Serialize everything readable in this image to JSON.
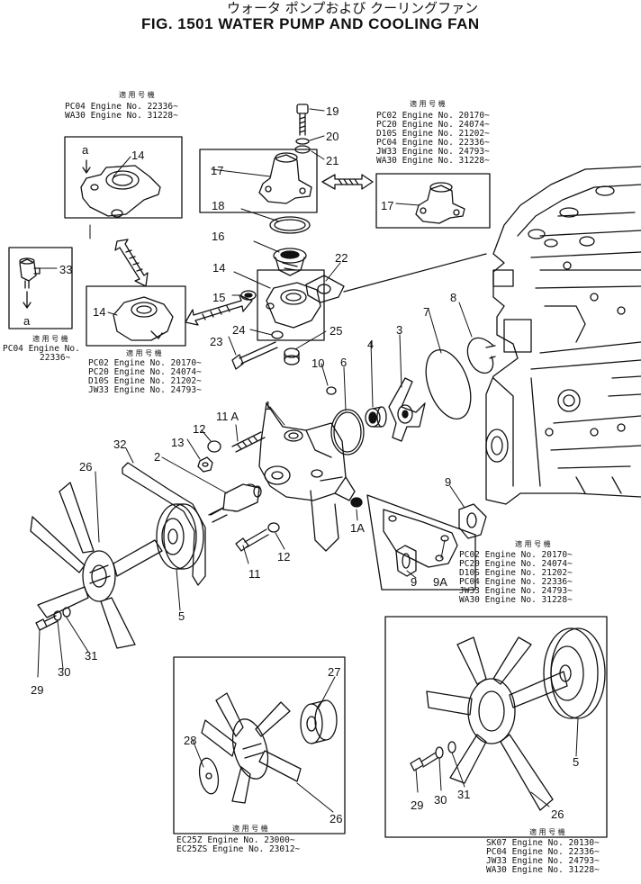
{
  "header": {
    "title_jp": "ウォータ ポンプおよび クーリングファン",
    "title_en": "FIG. 1501  WATER PUMP AND COOLING FAN"
  },
  "applicability_caption": "適 用 号 機",
  "applicability_blocks": {
    "top_left": [
      "PC04  Engine No. 22336~",
      "WA30  Engine No. 31228~"
    ],
    "top_right": [
      "PC02  Engine No. 20170~",
      "PC20  Engine No. 24074~",
      "D10S  Engine No. 21202~",
      "PC04  Engine No. 22336~",
      "JW33  Engine No. 24793~",
      "WA30  Engine No. 31228~"
    ],
    "mid_left": [
      "PC02  Engine No. 20170~",
      "PC20  Engine No. 24074~",
      "D10S  Engine No. 21202~",
      "JW33  Engine No. 24793~"
    ],
    "far_left": [
      "PC04  Engine No.",
      "22336~"
    ],
    "mid_right": [
      "PC02  Engine No. 20170~",
      "PC20  Engine No. 24074~",
      "D10S  Engine No. 21202~",
      "PC04  Engine No. 22336~",
      "JW33  Engine No. 24793~",
      "WA30  Engine No. 31228~"
    ],
    "bottom_center": [
      "EC25Z  Engine No. 23000~",
      "EC25ZS Engine No. 23012~"
    ],
    "bottom_right": [
      "SK07  Engine No. 20130~",
      "PC04  Engine No. 22336~",
      "JW33  Engine No. 24793~",
      "WA30  Engine No. 31228~"
    ]
  },
  "callouts": {
    "n19": "19",
    "n20": "20",
    "n21": "21",
    "n17a": "17",
    "n17b": "17",
    "n14a": "14",
    "a1": "a",
    "n18": "18",
    "n16": "16",
    "n22": "22",
    "n14b": "14",
    "n15": "15",
    "n14c": "14",
    "n33": "33",
    "a2": "a",
    "n24": "24",
    "n25": "25",
    "n23": "23",
    "n8": "8",
    "n7": "7",
    "n3": "3",
    "n4": "4",
    "n6": "6",
    "n10": "10",
    "n1": "1",
    "n11A": "11 A",
    "n12a": "12",
    "n13": "13",
    "n32": "32",
    "n2": "2",
    "n26a": "26",
    "n9a": "9",
    "n1A": "1A",
    "n11": "11",
    "n12b": "12",
    "n5a": "5",
    "n9b": "9",
    "n9A": "9A",
    "n29a": "29",
    "n30a": "30",
    "n31a": "31",
    "n27": "27",
    "n28": "28",
    "n26b": "26",
    "n29b": "29",
    "n30b": "30",
    "n31b": "31",
    "n5b": "5",
    "n26c": "26"
  }
}
